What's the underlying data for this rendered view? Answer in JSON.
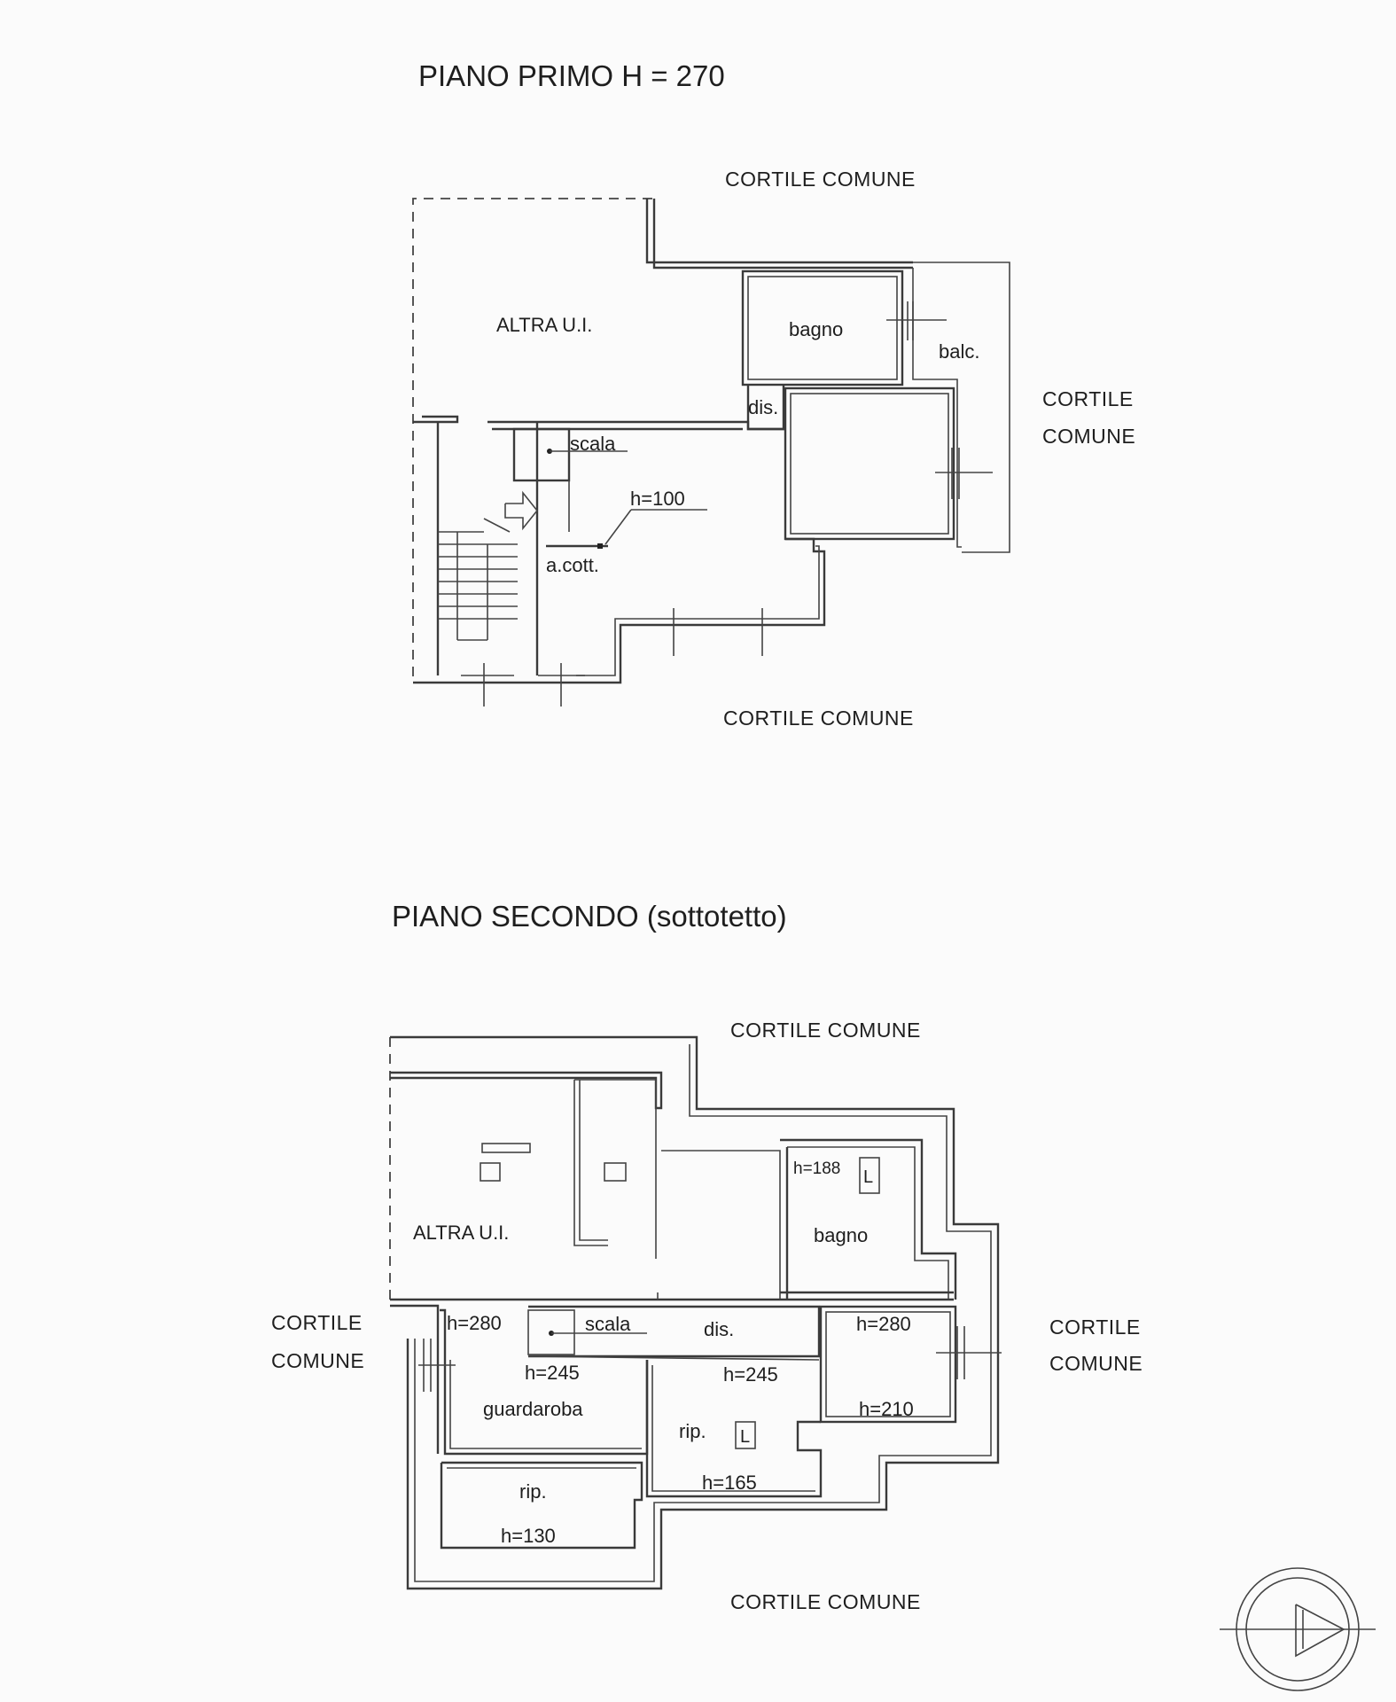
{
  "floor1": {
    "title": "PIANO PRIMO  H = 270",
    "courtyard_top": "CORTILE COMUNE",
    "courtyard_bottom": "CORTILE COMUNE",
    "courtyard_right_line1": "CORTILE",
    "courtyard_right_line2": "COMUNE",
    "rooms": {
      "other_unit": "ALTRA U.I.",
      "bathroom": "bagno",
      "balcony": "balc.",
      "hallway": "dis.",
      "stairs": "scala",
      "height_note": "h=100",
      "kitchen": "a.cott."
    }
  },
  "floor2": {
    "title": "PIANO SECONDO (sottotetto)",
    "courtyard_top": "CORTILE COMUNE",
    "courtyard_bottom": "CORTILE COMUNE",
    "courtyard_left_line1": "CORTILE",
    "courtyard_left_line2": "COMUNE",
    "courtyard_right_line1": "CORTILE",
    "courtyard_right_line2": "COMUNE",
    "rooms": {
      "other_unit": "ALTRA U.I.",
      "bathroom_height": "h=188",
      "bathroom": "bagno",
      "bathroom_marker": "L",
      "wardrobe_height_high": "h=280",
      "stairs": "scala",
      "hallway": "dis.",
      "right_room_height_high": "h=280",
      "wardrobe_height_low": "h=245",
      "storage_height_high": "h=245",
      "wardrobe": "guardaroba",
      "right_room_height_low": "h=210",
      "storage_center": "rip.",
      "storage_marker": "L",
      "storage_center_height": "h=165",
      "storage_left": "rip.",
      "storage_left_height": "h=130"
    }
  }
}
